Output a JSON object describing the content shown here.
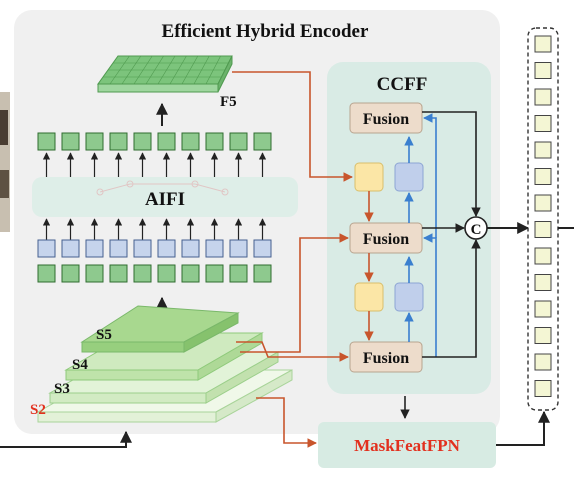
{
  "encoder": {
    "title": "Efficient Hybrid Encoder"
  },
  "aifi": {
    "label": "AIFI",
    "token_count": 10
  },
  "feature_map": {
    "label": "F5"
  },
  "backbone": {
    "levels": [
      "S5",
      "S4",
      "S3",
      "S2"
    ]
  },
  "ccff": {
    "title": "CCFF",
    "fusion_labels": [
      "Fusion",
      "Fusion",
      "Fusion"
    ],
    "concat_symbol": "C"
  },
  "mask_head": {
    "label": "MaskFeatFPN"
  },
  "output": {
    "query_count": 14
  },
  "colors": {
    "encoder_bg": "#f0f0f0",
    "ccff_bg": "#d9ebe5",
    "fusion_fill": "#eddccb",
    "green_token": "#8ec98e",
    "blue_token": "#c6d4ec",
    "aifi_bar": "#deeee8",
    "mask_box": "#d7ebe3",
    "accent_red": "#e2301e",
    "arrow_orange": "#c8552c",
    "arrow_blue": "#3a7fcf",
    "yellow_block": "#fbe6a6",
    "output_fill": "#f4f6d4"
  }
}
